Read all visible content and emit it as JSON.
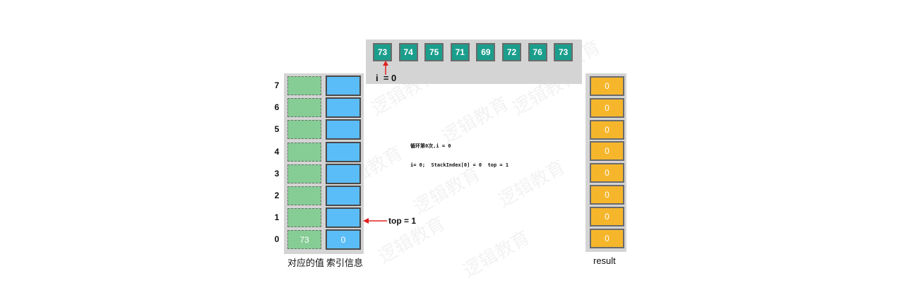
{
  "array": [
    "73",
    "74",
    "75",
    "71",
    "69",
    "72",
    "76",
    "73"
  ],
  "i_label": "i  = 0",
  "info_lines": [
    "循环第0次,i = 0",
    "i= 0;  StackIndex[0] = 0  top = 1"
  ],
  "stack_rows": [
    {
      "index": "7",
      "value": "",
      "stack_index": ""
    },
    {
      "index": "6",
      "value": "",
      "stack_index": ""
    },
    {
      "index": "5",
      "value": "",
      "stack_index": ""
    },
    {
      "index": "4",
      "value": "",
      "stack_index": ""
    },
    {
      "index": "3",
      "value": "",
      "stack_index": ""
    },
    {
      "index": "2",
      "value": "",
      "stack_index": ""
    },
    {
      "index": "1",
      "value": "",
      "stack_index": ""
    },
    {
      "index": "0",
      "value": "73",
      "stack_index": "0"
    }
  ],
  "value_column_label": "对应的值",
  "index_column_label": "索引信息",
  "top_label": "top = 1",
  "result": [
    "0",
    "0",
    "0",
    "0",
    "0",
    "0",
    "0",
    "0"
  ],
  "result_label": "result",
  "watermark": "逻辑教育",
  "colors": {
    "array_cell": "#1b9e8c",
    "value_cell": "#86cc95",
    "index_cell": "#5bbdf7",
    "result_cell": "#f6b62c",
    "arrow": "#e02020",
    "panel": "#d4d4d4"
  }
}
